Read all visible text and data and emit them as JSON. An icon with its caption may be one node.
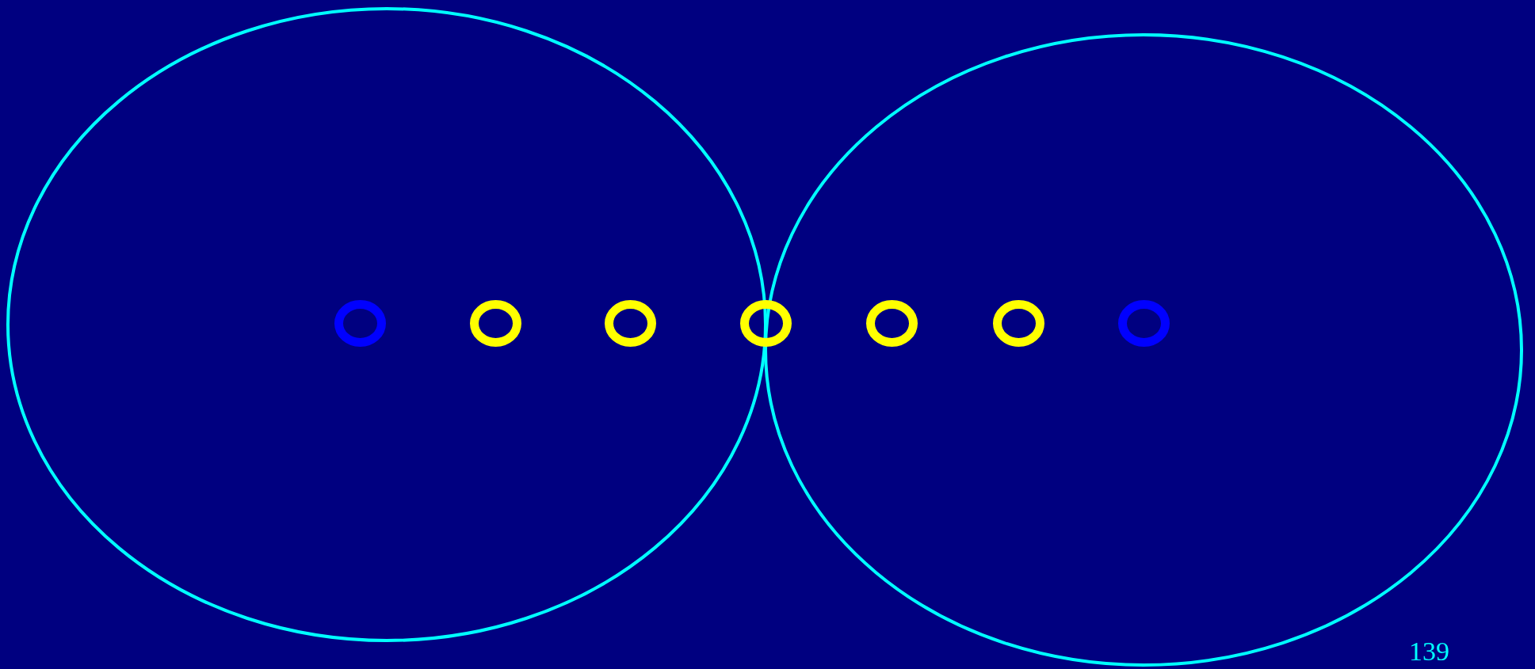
{
  "diagram": {
    "nodes": [
      {
        "text": [],
        "shape": "ellipse"
      },
      {
        "text": [],
        "shape": "circle",
        "in": 0
      },
      {
        "text": [],
        "shape": "circle",
        "in": 0
      },
      {
        "text": [],
        "shape": "circle",
        "in": 0
      },
      {
        "text": [],
        "shape": "circle"
      },
      {
        "text": [],
        "shape": "ellipse"
      },
      {
        "text": [],
        "shape": "circle",
        "in": 5
      },
      {
        "text": [],
        "shape": "circle",
        "in": 5
      },
      {
        "text": [],
        "shape": "circle",
        "in": 5
      }
    ],
    "labels": [
      "139"
    ]
  }
}
